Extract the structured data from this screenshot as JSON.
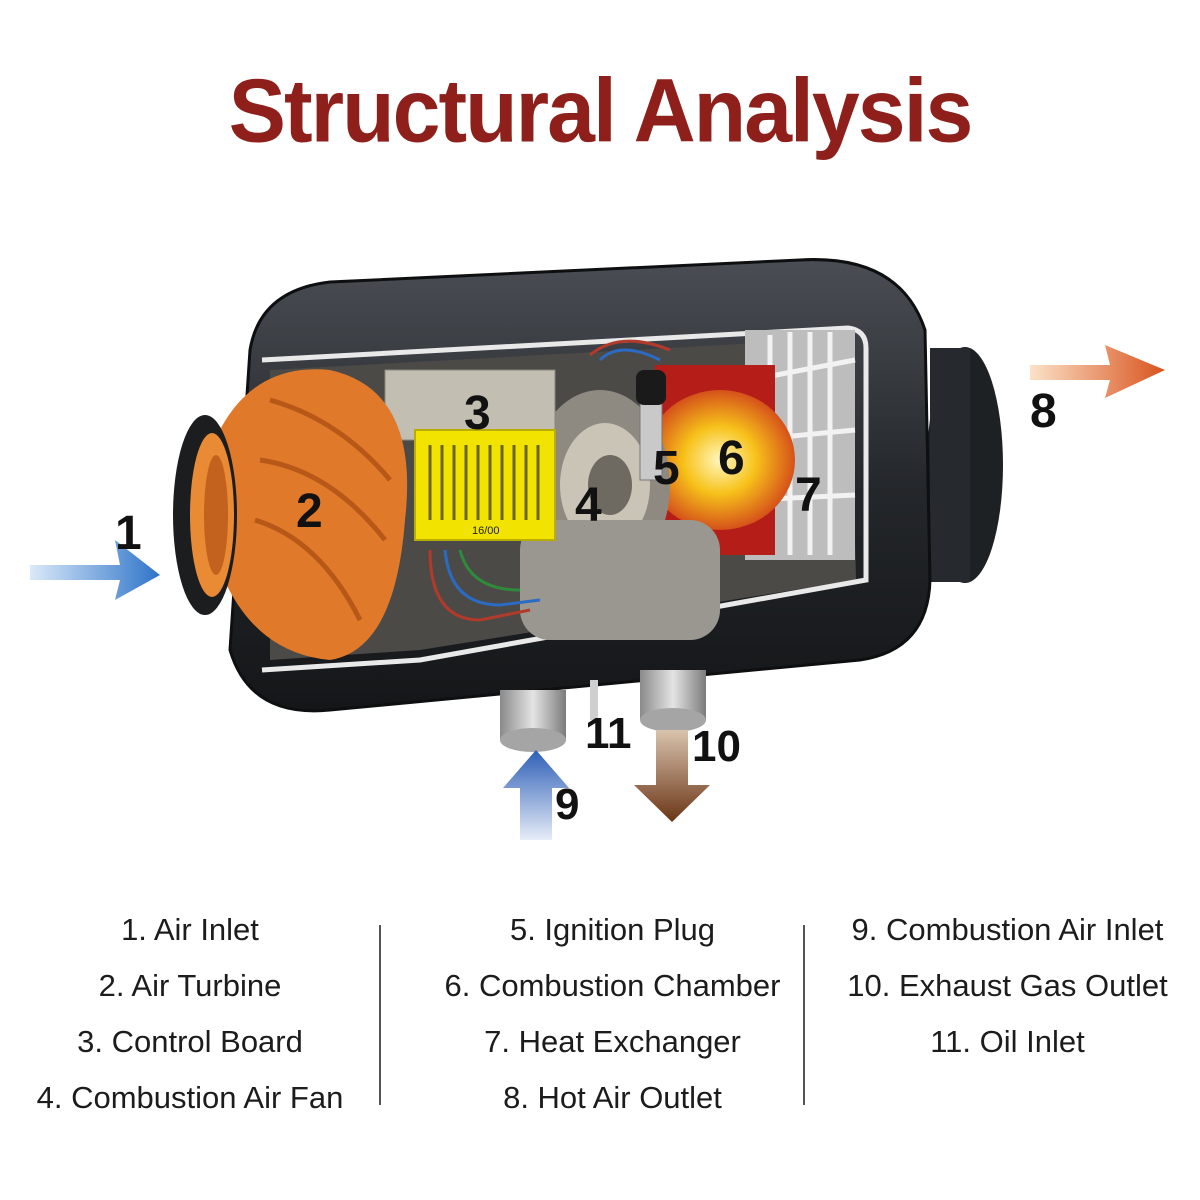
{
  "title": "Structural Analysis",
  "callouts": [
    "1",
    "2",
    "3",
    "4",
    "5",
    "6",
    "7",
    "8",
    "9",
    "10",
    "11"
  ],
  "board_label": "16/00",
  "legend": {
    "col1": [
      "1. Air Inlet",
      "2. Air Turbine",
      "3. Control Board",
      "4. Combustion Air Fan"
    ],
    "col2": [
      "5. Ignition Plug",
      "6. Combustion Chamber",
      "7. Heat Exchanger",
      "8. Hot Air Outlet"
    ],
    "col3": [
      "9. Combustion Air Inlet",
      "10. Exhaust Gas Outlet",
      "11. Oil Inlet"
    ]
  },
  "colors": {
    "title": "#8e1f1a",
    "housing": "#2c2f33",
    "turbine": "#e07a2a",
    "board": "#f2e400",
    "flame": "#f7a11a",
    "cold_arrow": "#2e74c9",
    "hot_arrow": "#d9531e",
    "exhaust_arrow": "#6b3516"
  },
  "icons": [
    "cold-air-arrow-icon",
    "hot-air-arrow-icon",
    "intake-arrow-icon",
    "exhaust-arrow-icon"
  ]
}
